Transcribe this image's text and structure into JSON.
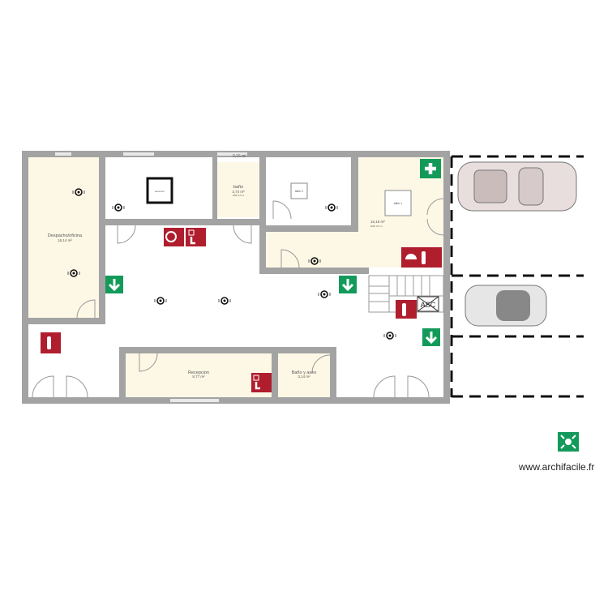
{
  "rooms": {
    "despacho": {
      "name": "Despacho/oficina",
      "area": "16,14 m²"
    },
    "ascensor": {
      "name": "ascensor"
    },
    "small_area": {
      "area": "0,15 m²"
    },
    "bano": {
      "name": "baño",
      "area": "3,74 m²",
      "height": "HSP 2,5 m"
    },
    "taller2": {
      "name": "taller 2"
    },
    "taller1": {
      "name": "taller 1",
      "area": "16,16 m²",
      "height": "HSP 2,5 m"
    },
    "recepcion": {
      "name": "Recepcion",
      "area": "8,77 m²"
    },
    "bano_aseo": {
      "name": "Baño y aseo",
      "area": "3,14 m²"
    },
    "asc": {
      "name": "ASC"
    }
  },
  "colors": {
    "wall": "#a3a3a3",
    "room_fill": "#fdf8e6",
    "fire_red": "#b01e2e",
    "safety_green": "#139a5b"
  },
  "icons": [
    "first-aid-icon",
    "exit-arrow-icon",
    "fire-extinguisher-icon",
    "fire-hose-icon",
    "fire-alarm-icon",
    "fire-bell-icon",
    "ceiling-light-icon",
    "assembly-point-icon",
    "car-icon"
  ],
  "watermark": "www.archifacile.fr"
}
